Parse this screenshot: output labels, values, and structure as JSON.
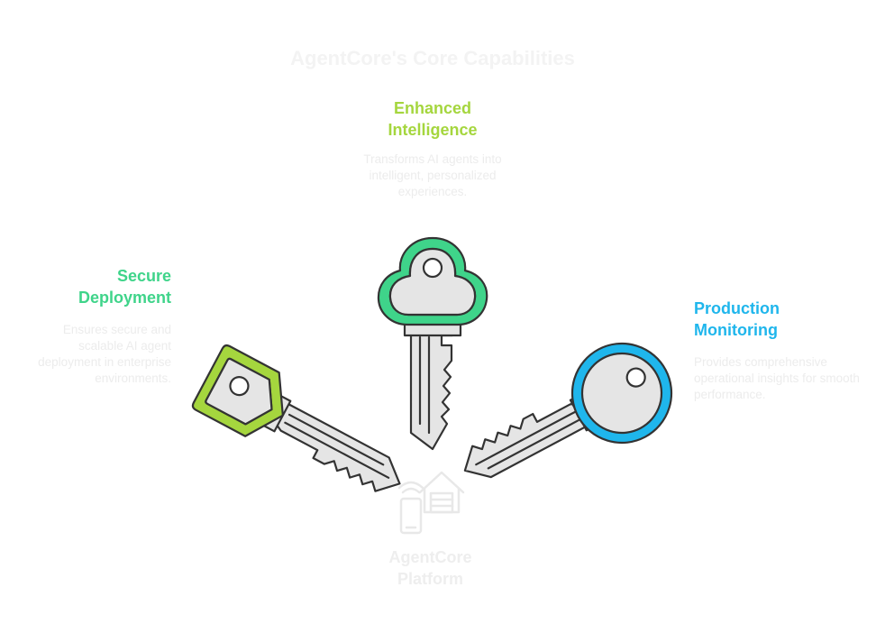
{
  "title": "AgentCore's Core Capabilities",
  "colors": {
    "green": "#a5d63e",
    "teal": "#3fd48a",
    "blue": "#1fb6ec",
    "metal": "#e5e5e5",
    "outline": "#333333",
    "faint": "#eaeaea"
  },
  "capabilities": [
    {
      "name": "Enhanced Intelligence",
      "title_lines": [
        "Enhanced",
        "Intelligence"
      ],
      "description": "Transforms AI agents into intelligent, personalized experiences.",
      "color": "#a5d63e",
      "key_head_color": "#3fd48a",
      "icon": "cloud-shaped-key-icon"
    },
    {
      "name": "Secure Deployment",
      "title_lines": [
        "Secure",
        "Deployment"
      ],
      "description": "Ensures secure and scalable AI agent deployment in enterprise environments.",
      "color": "#3fd48a",
      "key_head_color": "#a5d63e",
      "icon": "pentagon-key-icon"
    },
    {
      "name": "Production Monitoring",
      "title_lines": [
        "Production",
        "Monitoring"
      ],
      "description": "Provides comprehensive operational insights for smooth performance.",
      "color": "#1fb6ec",
      "key_head_color": "#1fb6ec",
      "icon": "round-key-icon"
    }
  ],
  "center": {
    "title_lines": [
      "AgentCore",
      "Platform"
    ],
    "icon": "smart-home-phone-icon"
  }
}
